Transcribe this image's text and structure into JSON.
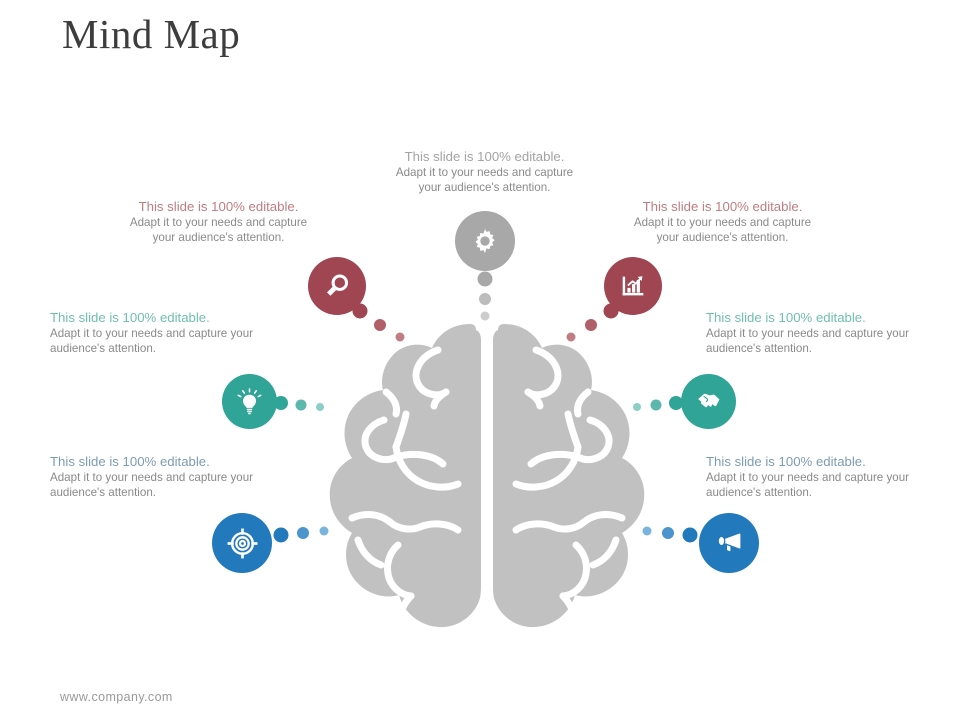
{
  "slide": {
    "title": "Mind Map",
    "footer": "www.company.com",
    "background": "#ffffff",
    "center_graphic": "brain-illustration"
  },
  "palette": {
    "maroon": "#a04552",
    "teal": "#30a497",
    "blue": "#2279bc",
    "gray": "#a8a8a8",
    "brain_gray": "#c1c1c1",
    "heading_maroon": "#c07d83",
    "heading_teal": "#6fbfae",
    "heading_blue": "#7d9cb5",
    "heading_gray": "#a3a3a3",
    "body_text": "#8a8a8a",
    "title_text": "#3d3d3d",
    "footer_text": "#9a9a9a"
  },
  "nodes": [
    {
      "id": "top-center",
      "icon": "gear-icon",
      "color": "#a8a8a8",
      "heading": "This slide is 100% editable.",
      "body": "Adapt it to your needs and capture your audience's attention.",
      "heading_color": "#a3a3a3",
      "align": "center"
    },
    {
      "id": "upper-left",
      "icon": "magnifier-icon",
      "color": "#a04552",
      "heading": "This slide is 100% editable.",
      "body": "Adapt it to your needs and capture your audience's attention.",
      "heading_color": "#c07d83",
      "align": "center"
    },
    {
      "id": "upper-right",
      "icon": "bar-chart-growth-icon",
      "color": "#a04552",
      "heading": "This slide is 100% editable.",
      "body": "Adapt it to your needs and capture your audience's attention.",
      "heading_color": "#c07d83",
      "align": "center"
    },
    {
      "id": "mid-left",
      "icon": "lightbulb-icon",
      "color": "#30a497",
      "heading": "This slide is 100% editable.",
      "body": "Adapt it to your needs and capture your audience's attention.",
      "heading_color": "#6fbfae",
      "align": "left"
    },
    {
      "id": "mid-right",
      "icon": "handshake-icon",
      "color": "#30a497",
      "heading": "This slide is 100% editable.",
      "body": "Adapt it to your needs and capture your audience's attention.",
      "heading_color": "#6fbfae",
      "align": "left"
    },
    {
      "id": "lower-left",
      "icon": "target-icon",
      "color": "#2279bc",
      "heading": "This slide is 100% editable.",
      "body": "Adapt it to your needs and capture your audience's attention.",
      "heading_color": "#7d9cb5",
      "align": "left"
    },
    {
      "id": "lower-right",
      "icon": "megaphone-icon",
      "color": "#2279bc",
      "heading": "This slide is 100% editable.",
      "body": "Adapt it to your needs and capture your audience's attention.",
      "heading_color": "#7d9cb5",
      "align": "left"
    }
  ]
}
